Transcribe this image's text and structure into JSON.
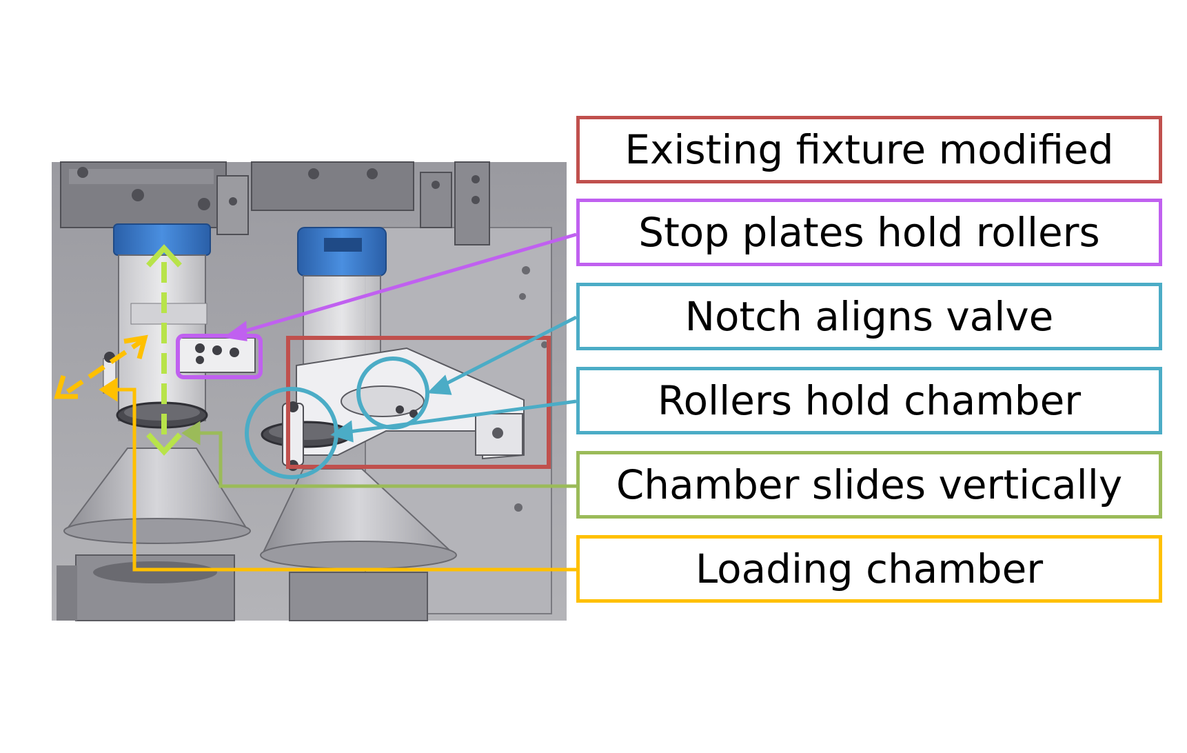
{
  "labels": [
    {
      "text": "Existing fixture modified",
      "color": "#c0504d"
    },
    {
      "text": "Stop plates hold rollers",
      "color": "#c060f0"
    },
    {
      "text": "Notch aligns valve",
      "color": "#4bacc6"
    },
    {
      "text": "Rollers hold chamber",
      "color": "#4bacc6"
    },
    {
      "text": "Chamber slides vertically",
      "color": "#9bbb59"
    },
    {
      "text": "Loading chamber",
      "color": "#ffc000"
    }
  ],
  "colors": {
    "background": "#ffffff",
    "render_bg": "#a9a9ae",
    "part_dark": "#6e6e74",
    "part_light": "#e6e6ea",
    "cap_blue": "#3a78c9",
    "motion_arrow": "#b8e34a"
  }
}
